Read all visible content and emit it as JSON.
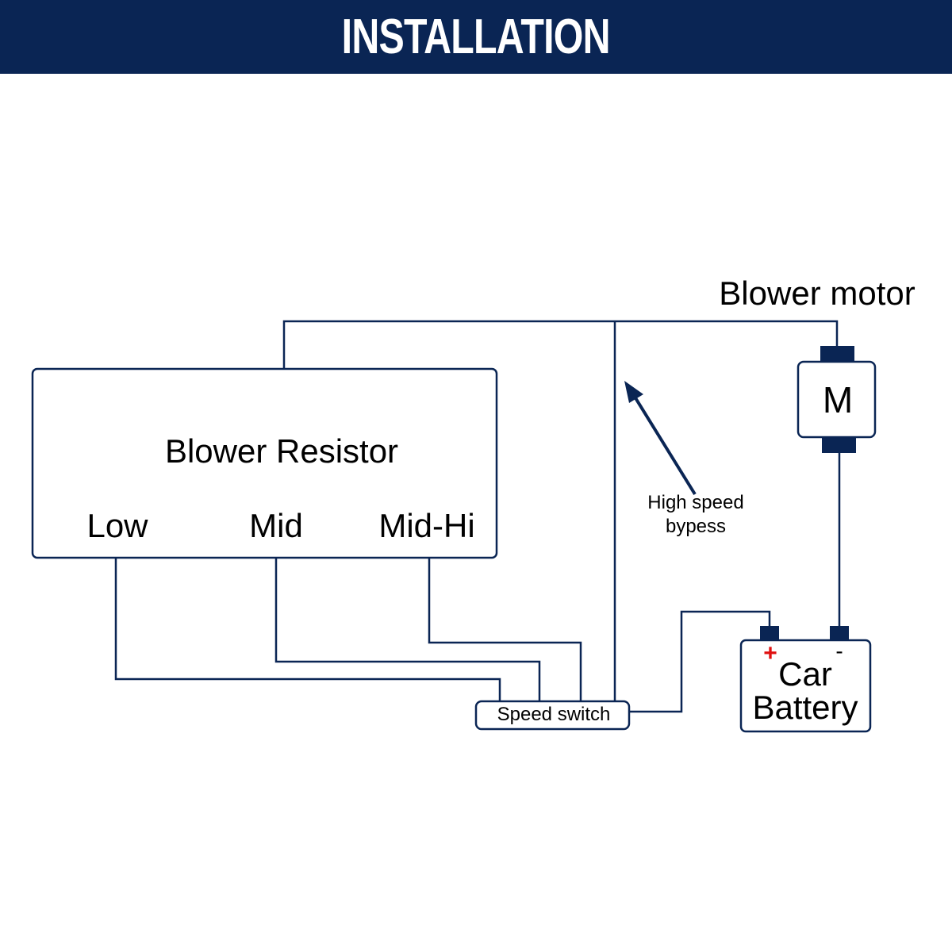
{
  "header": {
    "title": "INSTALLATION",
    "background": "#0a2554"
  },
  "colors": {
    "wire": "#0a2554",
    "terminal": "#0a2554",
    "positive": "#e01010"
  },
  "blower_resistor": {
    "title": "Blower Resistor",
    "terminals": [
      "Low",
      "Mid",
      "Mid-Hi"
    ]
  },
  "blower_motor": {
    "label": "Blower motor",
    "symbol": "M"
  },
  "annotation": {
    "line1": "High speed",
    "line2": "bypess"
  },
  "speed_switch": {
    "label": "Speed switch"
  },
  "battery": {
    "line1": "Car",
    "line2": "Battery",
    "positive": "+",
    "negative": "-"
  }
}
